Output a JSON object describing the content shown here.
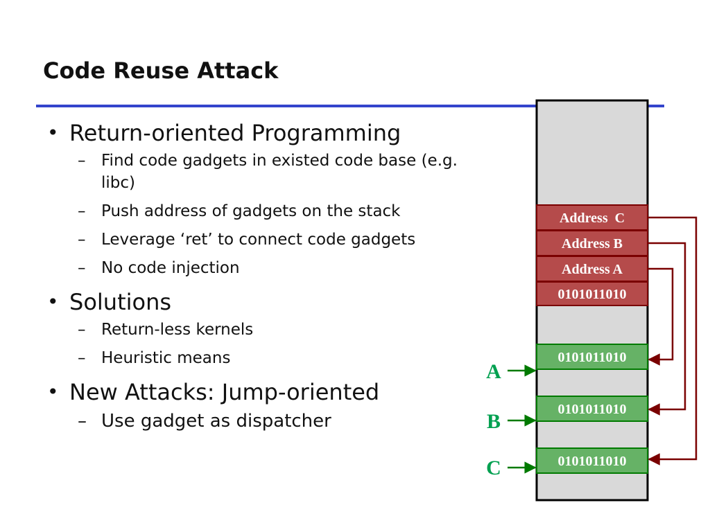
{
  "slide": {
    "title": "Code Reuse Attack"
  },
  "bullets": [
    {
      "text": "Return-oriented Programming",
      "subs": [
        "Find code gadgets in existed code base (e.g. libc)",
        "Push address of gadgets on the stack",
        "Leverage ‘ret’ to connect code gadgets",
        "No code injection"
      ]
    },
    {
      "text": "Solutions",
      "subs": [
        "Return-less kernels",
        "Heuristic means"
      ]
    },
    {
      "text": "New Attacks: Jump-oriented",
      "subs": [
        "Use gadget as dispatcher"
      ]
    }
  ],
  "diagram": {
    "stack_cells": [
      "Address  C",
      "Address B",
      "Address A",
      "0101011010"
    ],
    "gadgets": [
      {
        "label": "A",
        "code": "0101011010"
      },
      {
        "label": "B",
        "code": "0101011010"
      },
      {
        "label": "C",
        "code": "0101011010"
      }
    ],
    "colors": {
      "stack_bg": "#d9d9d9",
      "stack_border": "#000000",
      "cell_fill": "#b54b4b",
      "cell_border": "#7a0000",
      "gadget_fill": "#66b266",
      "gadget_border": "#007a00",
      "entry_label": "#00a050",
      "title_rule": "#3344cc"
    }
  }
}
